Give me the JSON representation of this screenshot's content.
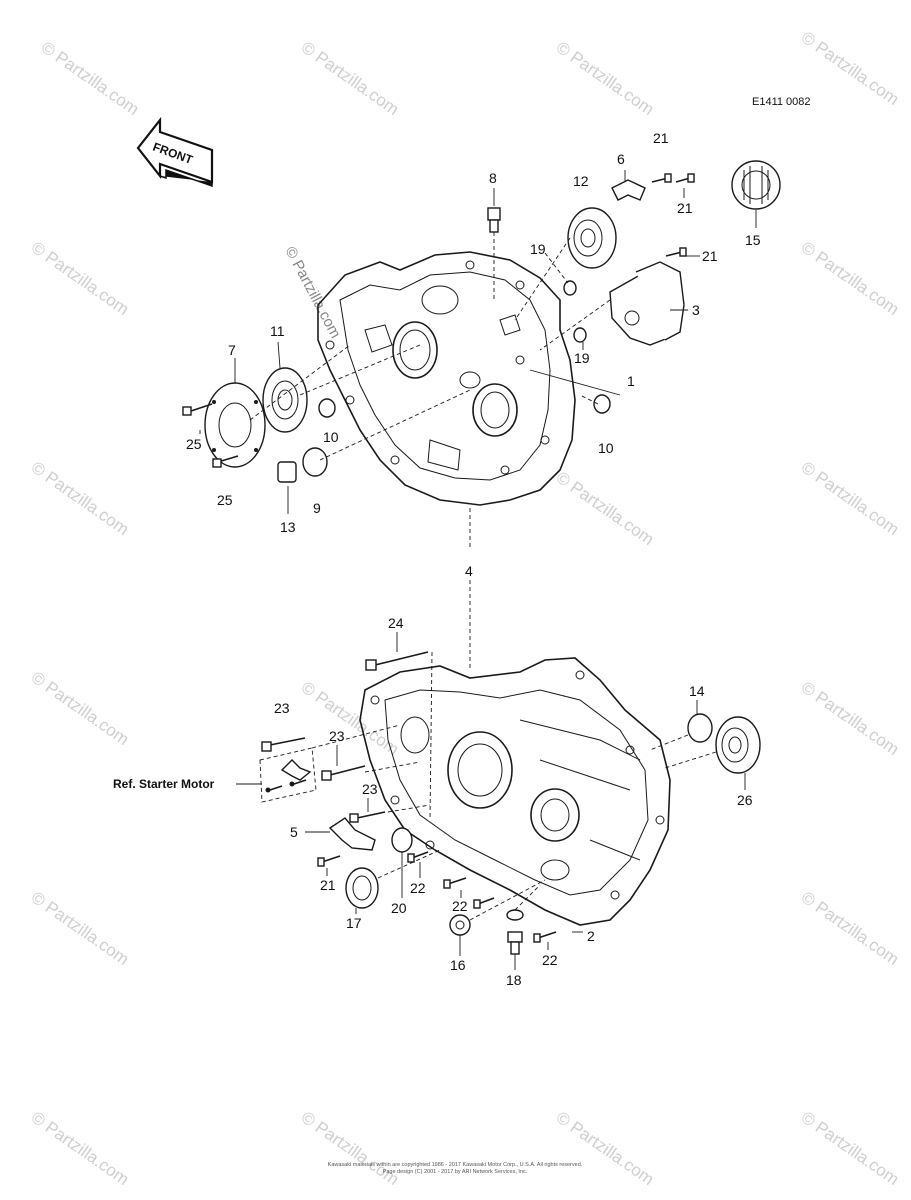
{
  "diagram_code": "E1411 0082",
  "front_label": "FRONT",
  "ref_label": "Ref. Starter Motor",
  "watermark_text": "© Partzilla.com",
  "footer_line1": "Kawasaki materials within are copyrighted 1986 - 2017 Kawasaki Motor Corp., U.S.A. All rights reserved.",
  "footer_line2": "Page design (C) 2001 - 2017 by ARI Network Services, Inc.",
  "callouts": [
    "21",
    "6",
    "8",
    "12",
    "21",
    "15",
    "21",
    "19",
    "3",
    "11",
    "7",
    "19",
    "1",
    "25",
    "10",
    "10",
    "25",
    "13",
    "9",
    "4",
    "24",
    "14",
    "23",
    "23",
    "26",
    "23",
    "5",
    "21",
    "22",
    "22",
    "17",
    "20",
    "2",
    "22",
    "16",
    "18"
  ]
}
